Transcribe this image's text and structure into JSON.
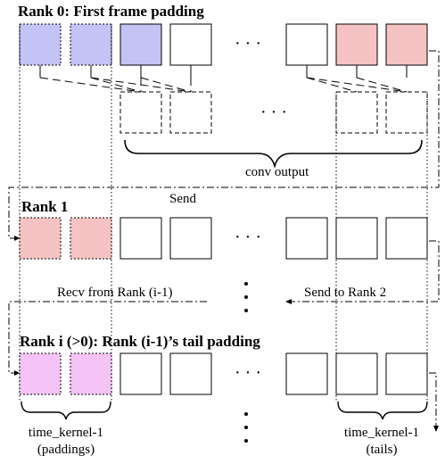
{
  "rank0": {
    "title": "Rank 0: First frame padding"
  },
  "conv_output": "conv output",
  "send": "Send",
  "rank1": {
    "title": "Rank 1"
  },
  "recv_from": "Recv from Rank (i-1)",
  "send_to": "Send to Rank 2",
  "ranki": {
    "title": "Rank i (>0): Rank (i-1)’s tail padding"
  },
  "left_brace_label": [
    "time_kernel-1",
    "(paddings)"
  ],
  "right_brace_label": [
    "time_kernel-1",
    "(tails)"
  ],
  "ellipsis_h": "· · ·",
  "colors": {
    "padding_blue": "#c3c3f5",
    "tail_red": "#f5c3c3",
    "tail_pink": "#f5c3f5",
    "stroke": "#000000"
  }
}
